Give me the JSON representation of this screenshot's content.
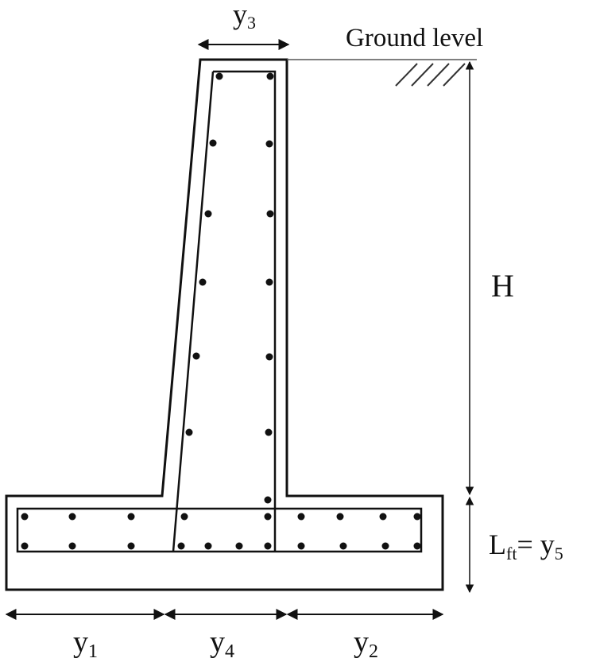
{
  "labels": {
    "ground_level": "Ground level",
    "height": "H",
    "y3": {
      "base": "y",
      "sub": "3"
    },
    "y1": {
      "base": "y",
      "sub": "1"
    },
    "y4": {
      "base": "y",
      "sub": "4"
    },
    "y2": {
      "base": "y",
      "sub": "2"
    },
    "footing": {
      "base": "L",
      "sub": "ft",
      "eq": "= ",
      "rhs_base": "y",
      "rhs_sub": "5"
    }
  },
  "colors": {
    "line": "#111111",
    "ground": "#555555"
  }
}
